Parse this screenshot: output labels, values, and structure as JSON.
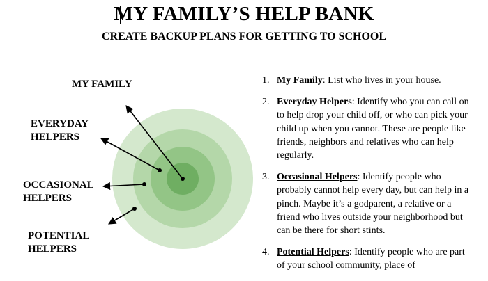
{
  "title": "MY FAMILY’S HELP BANK",
  "subtitle": "CREATE BACKUP PLANS FOR GETTING TO SCHOOL",
  "diagram": {
    "labels": {
      "family": "MY FAMILY",
      "everyday": [
        "EVERYDAY",
        "HELPERS"
      ],
      "occasional": [
        "OCCASIONAL",
        "HELPERS"
      ],
      "potential": [
        "POTENTIAL",
        "HELPERS"
      ]
    },
    "colors": {
      "ring_outer": "#d4e8cd",
      "ring_second": "#b4d7a9",
      "ring_third": "#93c586",
      "ring_core": "#6fae62"
    }
  },
  "steps": [
    {
      "number": "1.",
      "heading": "My Family",
      "text": ":  List who lives in your house."
    },
    {
      "number": "2.",
      "heading": "Everyday Helpers",
      "text": ":  Identify who you can call on to help drop your child off, or who can pick your child up when you cannot. These are people like friends, neighbors and relatives who can help regularly."
    },
    {
      "number": "3.",
      "heading": "Occasional Helpers",
      "text": ":  Identify people who probably cannot help every day, but can help in a pinch. Maybe it’s a godparent, a relative or a friend who lives outside your neighborhood but can be there for short stints."
    },
    {
      "number": "4.",
      "heading": "Potential Helpers",
      "text": ":  Identify people who are part of your school community, place of"
    }
  ]
}
